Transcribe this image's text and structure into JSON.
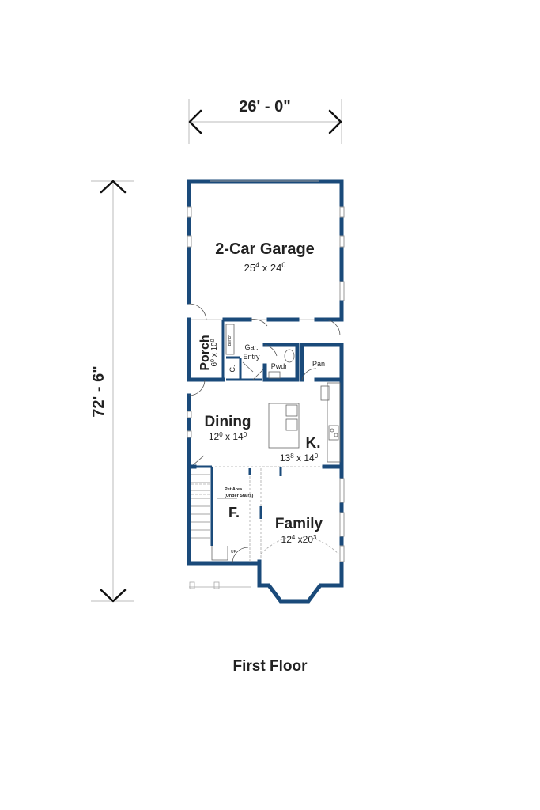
{
  "dimensions": {
    "width": "26' - 0\"",
    "depth": "72' - 6\""
  },
  "rooms": {
    "garage": {
      "name": "2-Car Garage",
      "size_main_a": "25",
      "size_sup_a": "4",
      "size_mid": " x 24",
      "size_sup_b": "0"
    },
    "porch": {
      "name": "Porch",
      "size_a": "6",
      "sup_a": "0",
      "size_mid": " x 10",
      "sup_b": "0"
    },
    "dining": {
      "name": "Dining",
      "size_a": "12",
      "sup_a": "0",
      "size_mid": " x 14",
      "sup_b": "0"
    },
    "kitchen": {
      "name": "K.",
      "size_a": "13",
      "sup_a": "8",
      "size_mid": " x 14",
      "sup_b": "0"
    },
    "family": {
      "name": "Family",
      "size_a": "12",
      "sup_a": "4",
      "size_mid": " x20",
      "sup_b": "3"
    },
    "foyer": {
      "name": "F."
    }
  },
  "small_labels": {
    "gar_entry_line1": "Gar.",
    "gar_entry_line2": "Entry",
    "pwdr": "Pwdr",
    "pan": "Pan",
    "closet": "C.",
    "bench": "Bench",
    "pet_area_line1": "Pet Area",
    "pet_area_line2": "(Under Stairs)",
    "up": "UP"
  },
  "floor_title": "First Floor"
}
